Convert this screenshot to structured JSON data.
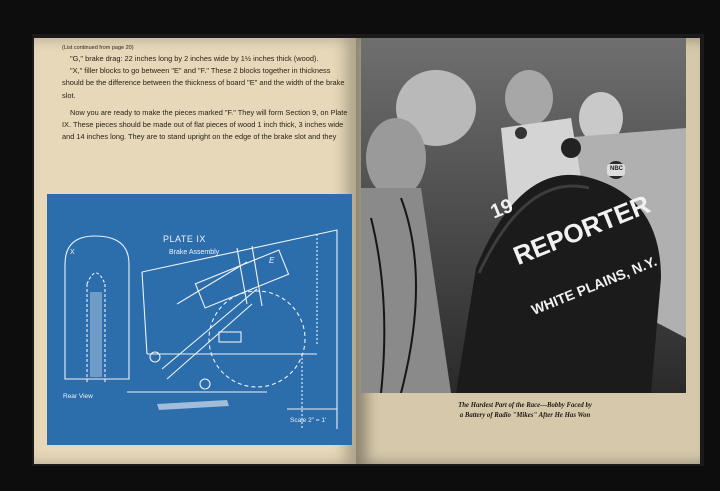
{
  "left_page": {
    "continued_note": "(List continued from page 20)",
    "paragraphs": [
      "\"G,\" brake drag: 22 inches long by 2 inches wide by 1½ inches thick (wood).",
      "\"X,\" filler blocks to go between \"E\" and \"F.\" These 2 blocks together in thickness should be the difference between the thickness of board \"E\" and the width of the brake slot.",
      "Now you are ready to make the pieces marked \"F.\" They will form Section 9, on Plate IX. These pieces should be made out of flat pieces of wood 1 inch thick, 3 inches wide and 14 inches long. They are to stand upright on the edge of the brake slot and they"
    ]
  },
  "blueprint": {
    "title": "PLATE IX",
    "subtitle": "Brake Assembly",
    "rear_view_label": "Rear View",
    "scale_label": "Scale 2\" = 1'",
    "marker_x": "X",
    "marker_e": "E",
    "colors": {
      "background": "#2c6dab",
      "lines": "#eef3fa"
    }
  },
  "photo": {
    "car_text_line1": "REPORTER",
    "car_text_line2": "WHITE PLAINS, N.Y.",
    "car_number": "19",
    "mic_badge": "NBC"
  },
  "caption": {
    "line1": "The Hardest Part of the Race—Bobby Faced by",
    "line2": "a Battery of Radio \"Mikes\" After He Has Won"
  }
}
